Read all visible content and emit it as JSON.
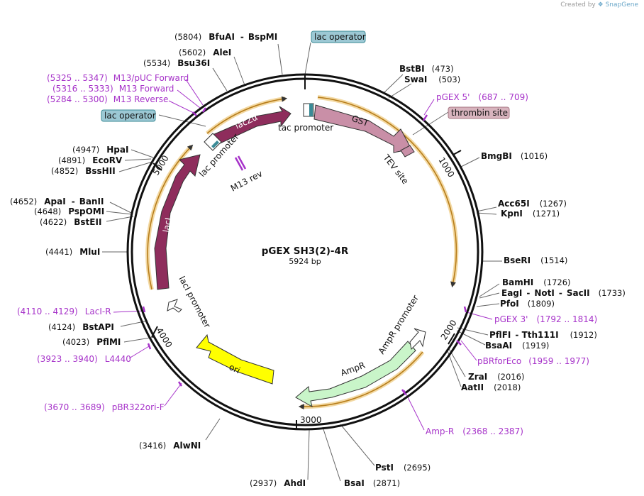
{
  "watermark": {
    "prefix": "Created by",
    "brand": "SnapGene"
  },
  "plasmid": {
    "name": "pGEX SH3(2)-4R",
    "length": "5924 bp"
  },
  "tick_labels": [
    "1000",
    "2000",
    "3000",
    "4000",
    "5000"
  ],
  "colors": {
    "enzyme": "#111111",
    "primer": "#a632c9",
    "lacZa": "#8e2d5c",
    "lacI": "#8e2d5c",
    "GST": "#c98fa7",
    "ori": "#ffff00",
    "AmpR": "#c9f5c9",
    "arrow": "#e0a030",
    "operator": "#9cc8d4",
    "thrombin": "#d8b4be"
  },
  "features": {
    "lacZa": "lacZα",
    "GST": "GST",
    "lacI": "lacI",
    "ori": "ori",
    "AmpR": "AmpR",
    "tac_promoter": "tac promoter",
    "lac_promoter": "lac promoter",
    "M13_rev": "M13 rev",
    "TEV_site": "TEV site",
    "lacI_promoter": "lacI promoter",
    "AmpR_promoter": "AmpR promoter",
    "lac_operator_top": "lac operator",
    "lac_operator_left": "lac operator",
    "thrombin_site": "thrombin site"
  },
  "enzymes": [
    {
      "id": "bfuai",
      "pos": "(5804)",
      "names": [
        "BfuAI",
        "BspMI"
      ]
    },
    {
      "id": "alei",
      "pos": "(5602)",
      "names": [
        "AleI"
      ]
    },
    {
      "id": "bsu36i",
      "pos": "(5534)",
      "names": [
        "Bsu36I"
      ]
    },
    {
      "id": "bstbi",
      "pos": "(473)",
      "names": [
        "BstBI"
      ]
    },
    {
      "id": "swai",
      "pos": "(503)",
      "names": [
        "SwaI"
      ]
    },
    {
      "id": "bmgbi",
      "pos": "(1016)",
      "names": [
        "BmgBI"
      ]
    },
    {
      "id": "acc65i",
      "pos": "(1267)",
      "names": [
        "Acc65I"
      ]
    },
    {
      "id": "kpni",
      "pos": "(1271)",
      "names": [
        "KpnI"
      ]
    },
    {
      "id": "bseri",
      "pos": "(1514)",
      "names": [
        "BseRI"
      ]
    },
    {
      "id": "bamhi",
      "pos": "(1726)",
      "names": [
        "BamHI"
      ]
    },
    {
      "id": "eagi",
      "pos": "(1733)",
      "names": [
        "EagI",
        "NotI",
        "SacII"
      ]
    },
    {
      "id": "pfoi",
      "pos": "(1809)",
      "names": [
        "PfoI"
      ]
    },
    {
      "id": "pflfi",
      "pos": "(1912)",
      "names": [
        "PflFI",
        "Tth111I"
      ]
    },
    {
      "id": "bsaai",
      "pos": "(1919)",
      "names": [
        "BsaAI"
      ]
    },
    {
      "id": "zrai",
      "pos": "(2016)",
      "names": [
        "ZraI"
      ]
    },
    {
      "id": "aatii",
      "pos": "(2018)",
      "names": [
        "AatII"
      ]
    },
    {
      "id": "psti",
      "pos": "(2695)",
      "names": [
        "PstI"
      ]
    },
    {
      "id": "bsai",
      "pos": "(2871)",
      "names": [
        "BsaI"
      ]
    },
    {
      "id": "ahdi",
      "pos": "(2937)",
      "names": [
        "AhdI"
      ]
    },
    {
      "id": "alwni",
      "pos": "(3416)",
      "names": [
        "AlwNI"
      ]
    },
    {
      "id": "pflmi",
      "pos": "(4023)",
      "names": [
        "PflMI"
      ]
    },
    {
      "id": "bstapi",
      "pos": "(4124)",
      "names": [
        "BstAPI"
      ]
    },
    {
      "id": "mlui",
      "pos": "(4441)",
      "names": [
        "MluI"
      ]
    },
    {
      "id": "bsteii",
      "pos": "(4622)",
      "names": [
        "BstEII"
      ]
    },
    {
      "id": "pspomi",
      "pos": "(4648)",
      "names": [
        "PspOMI"
      ]
    },
    {
      "id": "apai",
      "pos": "(4652)",
      "names": [
        "ApaI",
        "BanII"
      ]
    },
    {
      "id": "bsshii",
      "pos": "(4852)",
      "names": [
        "BssHII"
      ]
    },
    {
      "id": "ecorv",
      "pos": "(4891)",
      "names": [
        "EcoRV"
      ]
    },
    {
      "id": "hpai",
      "pos": "(4947)",
      "names": [
        "HpaI"
      ]
    }
  ],
  "primers": [
    {
      "id": "m13puc",
      "range": "(5325 .. 5347)",
      "name": "M13/pUC Forward"
    },
    {
      "id": "m13fwd",
      "range": "(5316 .. 5333)",
      "name": "M13 Forward"
    },
    {
      "id": "m13rev",
      "range": "(5284 .. 5300)",
      "name": "M13 Reverse"
    },
    {
      "id": "pgex5",
      "range": "(687 .. 709)",
      "name": "pGEX 5'"
    },
    {
      "id": "pgex3",
      "range": "(1792 .. 1814)",
      "name": "pGEX 3'"
    },
    {
      "id": "pbrforeco",
      "range": "(1959 .. 1977)",
      "name": "pBRforEco"
    },
    {
      "id": "ampr",
      "range": "(2368 .. 2387)",
      "name": "Amp-R"
    },
    {
      "id": "laci_r",
      "range": "(4110 .. 4129)",
      "name": "LacI-R"
    },
    {
      "id": "l4440",
      "range": "(3923 .. 3940)",
      "name": "L4440"
    },
    {
      "id": "pbr322ori",
      "range": "(3670 .. 3689)",
      "name": "pBR322ori-F"
    }
  ]
}
